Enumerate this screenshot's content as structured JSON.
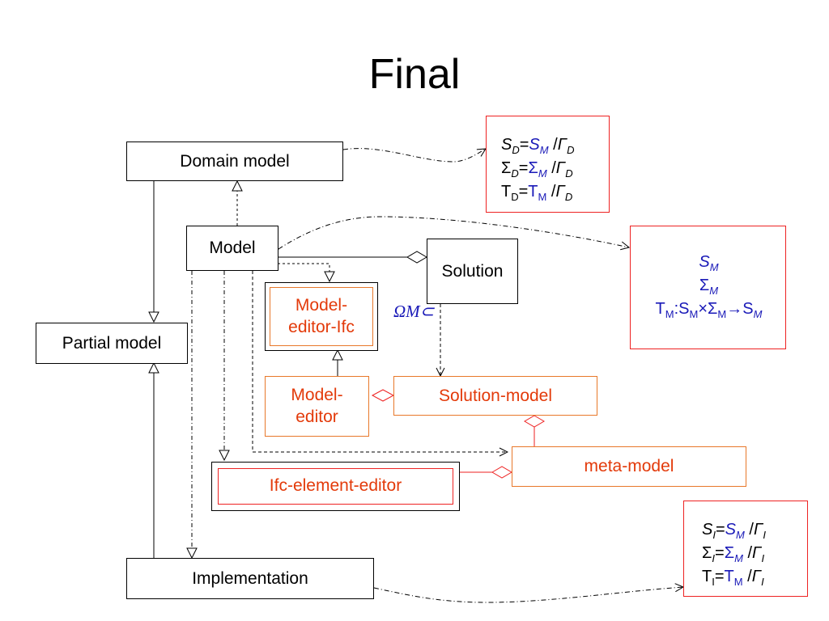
{
  "title": "Final",
  "boxes": {
    "domain_model": "Domain model",
    "model": "Model",
    "solution": "Solution",
    "partial_model": "Partial model",
    "model_editor_ifc": "Model-editor-Ifc",
    "model_editor": "Model-editor",
    "solution_model": "Solution-model",
    "meta_model": "meta-model",
    "ifc_element_editor": "Ifc-element-editor",
    "implementation": "Implementation"
  },
  "omega_label": "ΩM⊂",
  "formulas": {
    "domain": [
      "S_D=S_M /Γ_D",
      "Σ_D=Σ_M /Γ_D",
      "T_D=T_M /Γ_D"
    ],
    "model": [
      "S_M",
      "Σ_M",
      "T_M:S_M×Σ_M→S_M"
    ],
    "implementation": [
      "S_I=S_M /Γ_I",
      "Σ_I=Σ_M /Γ_I",
      "T_I=T_M /Γ_I"
    ]
  },
  "colors": {
    "orange_border": "#e8782a",
    "orange_text": "#e33a0a",
    "red_border": "#e22",
    "blue": "#1a1ab8"
  }
}
